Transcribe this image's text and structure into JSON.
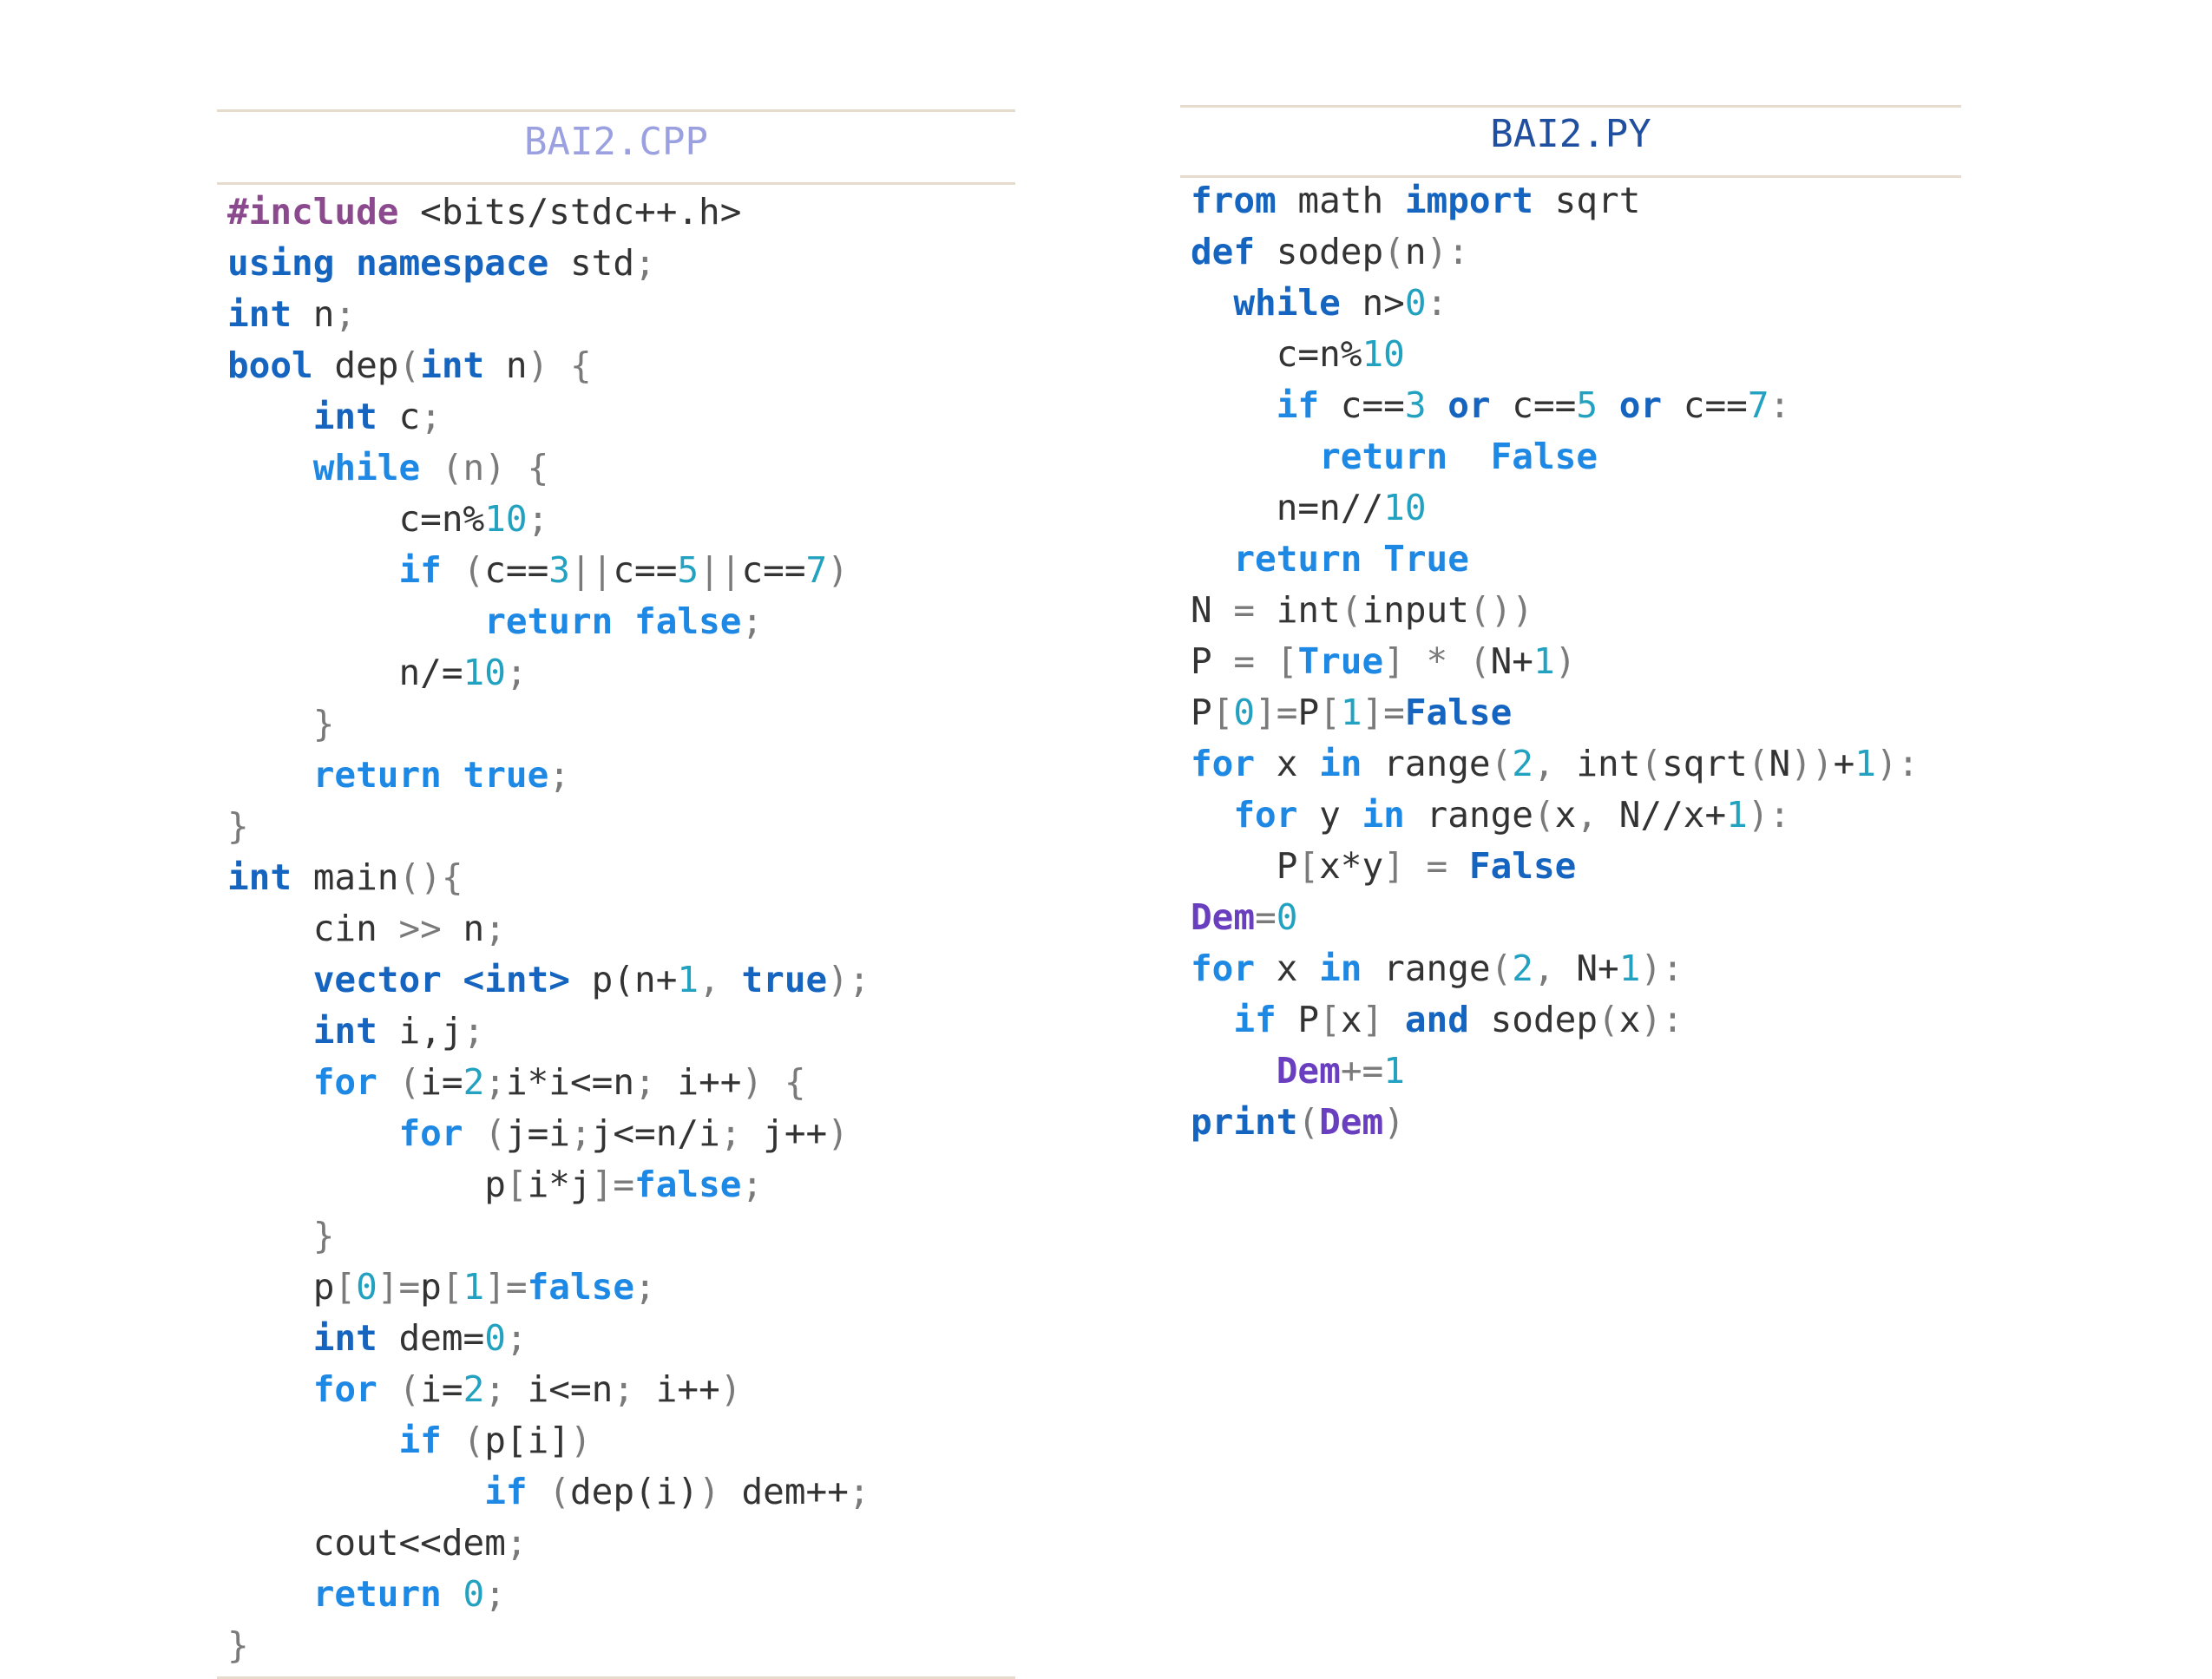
{
  "colors": {
    "keyword": "#1565c0",
    "keyword_light": "#1e88e5",
    "preprocessor": "#8c4a8e",
    "number": "#22a2c0",
    "text": "#333333",
    "punctuation": "#7a7a7a",
    "variable": "#6a3fbf",
    "rule": "#e6dccd",
    "cpp_title": "#9aa0e0",
    "py_title": "#1f4f9e"
  },
  "cpp": {
    "title": "BAI2.CPP",
    "lines": [
      [
        [
          "pp",
          "#include"
        ],
        [
          "txt",
          " <bits/stdc++.h>"
        ]
      ],
      [
        [
          "kw",
          "using"
        ],
        [
          "txt",
          " "
        ],
        [
          "kw",
          "namespace"
        ],
        [
          "txt",
          " std"
        ],
        [
          "pun",
          ";"
        ]
      ],
      [
        [
          "kw",
          "int"
        ],
        [
          "txt",
          " n"
        ],
        [
          "pun",
          ";"
        ]
      ],
      [
        [
          "kw",
          "bool"
        ],
        [
          "txt",
          " dep"
        ],
        [
          "pun",
          "("
        ],
        [
          "kw",
          "int"
        ],
        [
          "txt",
          " n"
        ],
        [
          "pun",
          ") {"
        ]
      ],
      [
        [
          "txt",
          "    "
        ],
        [
          "kw",
          "int"
        ],
        [
          "txt",
          " c"
        ],
        [
          "pun",
          ";"
        ]
      ],
      [
        [
          "txt",
          "    "
        ],
        [
          "kwl",
          "while"
        ],
        [
          "pun",
          " (n) {"
        ]
      ],
      [
        [
          "txt",
          "        c=n%"
        ],
        [
          "num",
          "10"
        ],
        [
          "pun",
          ";"
        ]
      ],
      [
        [
          "txt",
          "        "
        ],
        [
          "kwl",
          "if"
        ],
        [
          "pun",
          " ("
        ],
        [
          "txt",
          "c=="
        ],
        [
          "num",
          "3"
        ],
        [
          "pun",
          "||"
        ],
        [
          "txt",
          "c=="
        ],
        [
          "num",
          "5"
        ],
        [
          "pun",
          "||"
        ],
        [
          "txt",
          "c=="
        ],
        [
          "num",
          "7"
        ],
        [
          "pun",
          ")"
        ]
      ],
      [
        [
          "txt",
          "            "
        ],
        [
          "kwl",
          "return"
        ],
        [
          "txt",
          " "
        ],
        [
          "kwl",
          "false"
        ],
        [
          "pun",
          ";"
        ]
      ],
      [
        [
          "txt",
          "        n/="
        ],
        [
          "num",
          "10"
        ],
        [
          "pun",
          ";"
        ]
      ],
      [
        [
          "pun",
          "    }"
        ]
      ],
      [
        [
          "txt",
          "    "
        ],
        [
          "kwl",
          "return"
        ],
        [
          "txt",
          " "
        ],
        [
          "kwl",
          "true"
        ],
        [
          "pun",
          ";"
        ]
      ],
      [
        [
          "pun",
          "}"
        ]
      ],
      [
        [
          "kw",
          "int"
        ],
        [
          "txt",
          " main"
        ],
        [
          "pun",
          "(){"
        ]
      ],
      [
        [
          "txt",
          "    cin "
        ],
        [
          "pun",
          ">>"
        ],
        [
          "txt",
          " n"
        ],
        [
          "pun",
          ";"
        ]
      ],
      [
        [
          "txt",
          "    "
        ],
        [
          "kw",
          "vector"
        ],
        [
          "txt",
          " "
        ],
        [
          "kw",
          "<int>"
        ],
        [
          "txt",
          " p(n+"
        ],
        [
          "num",
          "1"
        ],
        [
          "pun",
          ", "
        ],
        [
          "kw",
          "true"
        ],
        [
          "pun",
          ");"
        ]
      ],
      [
        [
          "txt",
          "    "
        ],
        [
          "kw",
          "int"
        ],
        [
          "txt",
          " i,j"
        ],
        [
          "pun",
          ";"
        ]
      ],
      [
        [
          "txt",
          "    "
        ],
        [
          "kwl",
          "for"
        ],
        [
          "pun",
          " ("
        ],
        [
          "txt",
          "i="
        ],
        [
          "num",
          "2"
        ],
        [
          "pun",
          ";"
        ],
        [
          "txt",
          "i*i<=n"
        ],
        [
          "pun",
          "; "
        ],
        [
          "txt",
          "i++"
        ],
        [
          "pun",
          ") {"
        ]
      ],
      [
        [
          "txt",
          "        "
        ],
        [
          "kwl",
          "for"
        ],
        [
          "pun",
          " ("
        ],
        [
          "txt",
          "j=i"
        ],
        [
          "pun",
          ";"
        ],
        [
          "txt",
          "j<=n/i"
        ],
        [
          "pun",
          "; "
        ],
        [
          "txt",
          "j++"
        ],
        [
          "pun",
          ")"
        ]
      ],
      [
        [
          "txt",
          "            p"
        ],
        [
          "pun",
          "["
        ],
        [
          "txt",
          "i*j"
        ],
        [
          "pun",
          "]="
        ],
        [
          "kwl",
          "false"
        ],
        [
          "pun",
          ";"
        ]
      ],
      [
        [
          "pun",
          "    }"
        ]
      ],
      [
        [
          "txt",
          "    p"
        ],
        [
          "pun",
          "["
        ],
        [
          "num",
          "0"
        ],
        [
          "pun",
          "]="
        ],
        [
          "txt",
          "p"
        ],
        [
          "pun",
          "["
        ],
        [
          "num",
          "1"
        ],
        [
          "pun",
          "]="
        ],
        [
          "kwl",
          "false"
        ],
        [
          "pun",
          ";"
        ]
      ],
      [
        [
          "txt",
          "    "
        ],
        [
          "kw",
          "int"
        ],
        [
          "txt",
          " dem="
        ],
        [
          "num",
          "0"
        ],
        [
          "pun",
          ";"
        ]
      ],
      [
        [
          "txt",
          "    "
        ],
        [
          "kwl",
          "for"
        ],
        [
          "pun",
          " ("
        ],
        [
          "txt",
          "i="
        ],
        [
          "num",
          "2"
        ],
        [
          "pun",
          "; "
        ],
        [
          "txt",
          "i<=n"
        ],
        [
          "pun",
          "; "
        ],
        [
          "txt",
          "i++"
        ],
        [
          "pun",
          ")"
        ]
      ],
      [
        [
          "txt",
          "        "
        ],
        [
          "kwl",
          "if"
        ],
        [
          "pun",
          " ("
        ],
        [
          "txt",
          "p[i]"
        ],
        [
          "pun",
          ")"
        ]
      ],
      [
        [
          "txt",
          "            "
        ],
        [
          "kwl",
          "if"
        ],
        [
          "pun",
          " ("
        ],
        [
          "txt",
          "dep(i)"
        ],
        [
          "pun",
          ") "
        ],
        [
          "txt",
          "dem++"
        ],
        [
          "pun",
          ";"
        ]
      ],
      [
        [
          "txt",
          "    cout<<dem"
        ],
        [
          "pun",
          ";"
        ]
      ],
      [
        [
          "txt",
          "    "
        ],
        [
          "kwl",
          "return"
        ],
        [
          "txt",
          " "
        ],
        [
          "num",
          "0"
        ],
        [
          "pun",
          ";"
        ]
      ],
      [
        [
          "pun",
          "}"
        ]
      ]
    ]
  },
  "py": {
    "title": "BAI2.PY",
    "lines": [
      [
        [
          "kw",
          "from"
        ],
        [
          "txt",
          " math "
        ],
        [
          "kw",
          "import"
        ],
        [
          "txt",
          " sqrt"
        ]
      ],
      [
        [
          "kw",
          "def"
        ],
        [
          "txt",
          " sodep"
        ],
        [
          "pun",
          "("
        ],
        [
          "txt",
          "n"
        ],
        [
          "pun",
          "):"
        ]
      ],
      [
        [
          "txt",
          "  "
        ],
        [
          "kw",
          "while"
        ],
        [
          "txt",
          " n>"
        ],
        [
          "num",
          "0"
        ],
        [
          "pun",
          ":"
        ]
      ],
      [
        [
          "txt",
          "    c=n%"
        ],
        [
          "num",
          "10"
        ]
      ],
      [
        [
          "txt",
          "    "
        ],
        [
          "kwl",
          "if"
        ],
        [
          "txt",
          " c=="
        ],
        [
          "num",
          "3"
        ],
        [
          "txt",
          " "
        ],
        [
          "kw",
          "or"
        ],
        [
          "txt",
          " c=="
        ],
        [
          "num",
          "5"
        ],
        [
          "txt",
          " "
        ],
        [
          "kw",
          "or"
        ],
        [
          "txt",
          " c=="
        ],
        [
          "num",
          "7"
        ],
        [
          "pun",
          ":"
        ]
      ],
      [
        [
          "txt",
          "      "
        ],
        [
          "kwl",
          "return"
        ],
        [
          "txt",
          "  "
        ],
        [
          "kwl",
          "False"
        ]
      ],
      [
        [
          "txt",
          "    n=n//"
        ],
        [
          "num",
          "10"
        ]
      ],
      [
        [
          "txt",
          "  "
        ],
        [
          "kwl",
          "return"
        ],
        [
          "txt",
          " "
        ],
        [
          "kwl",
          "True"
        ]
      ],
      [
        [
          "txt",
          "N "
        ],
        [
          "pun",
          "="
        ],
        [
          "txt",
          " int"
        ],
        [
          "pun",
          "("
        ],
        [
          "txt",
          "input"
        ],
        [
          "pun",
          "())"
        ]
      ],
      [
        [
          "txt",
          "P "
        ],
        [
          "pun",
          "="
        ],
        [
          "txt",
          " "
        ],
        [
          "pun",
          "["
        ],
        [
          "kwl",
          "True"
        ],
        [
          "pun",
          "] * ("
        ],
        [
          "txt",
          "N+"
        ],
        [
          "num",
          "1"
        ],
        [
          "pun",
          ")"
        ]
      ],
      [
        [
          "txt",
          "P"
        ],
        [
          "pun",
          "["
        ],
        [
          "num",
          "0"
        ],
        [
          "pun",
          "]="
        ],
        [
          "txt",
          "P"
        ],
        [
          "pun",
          "["
        ],
        [
          "num",
          "1"
        ],
        [
          "pun",
          "]="
        ],
        [
          "kw",
          "False"
        ]
      ],
      [
        [
          "kwl",
          "for"
        ],
        [
          "txt",
          " x "
        ],
        [
          "kwl",
          "in"
        ],
        [
          "txt",
          " range"
        ],
        [
          "pun",
          "("
        ],
        [
          "num",
          "2"
        ],
        [
          "pun",
          ", "
        ],
        [
          "txt",
          "int"
        ],
        [
          "pun",
          "("
        ],
        [
          "txt",
          "sqrt"
        ],
        [
          "pun",
          "("
        ],
        [
          "txt",
          "N"
        ],
        [
          "pun",
          "))"
        ],
        [
          "txt",
          "+"
        ],
        [
          "num",
          "1"
        ],
        [
          "pun",
          "):"
        ]
      ],
      [
        [
          "txt",
          "  "
        ],
        [
          "kwl",
          "for"
        ],
        [
          "txt",
          " y "
        ],
        [
          "kwl",
          "in"
        ],
        [
          "txt",
          " range"
        ],
        [
          "pun",
          "("
        ],
        [
          "txt",
          "x"
        ],
        [
          "pun",
          ", "
        ],
        [
          "txt",
          "N//x+"
        ],
        [
          "num",
          "1"
        ],
        [
          "pun",
          "):"
        ]
      ],
      [
        [
          "txt",
          "    P"
        ],
        [
          "pun",
          "["
        ],
        [
          "txt",
          "x*y"
        ],
        [
          "pun",
          "] = "
        ],
        [
          "kw",
          "False"
        ]
      ],
      [
        [
          "var",
          "Dem"
        ],
        [
          "pun",
          "="
        ],
        [
          "num",
          "0"
        ]
      ],
      [
        [
          "kwl",
          "for"
        ],
        [
          "txt",
          " x "
        ],
        [
          "kwl",
          "in"
        ],
        [
          "txt",
          " range"
        ],
        [
          "pun",
          "("
        ],
        [
          "num",
          "2"
        ],
        [
          "pun",
          ", "
        ],
        [
          "txt",
          "N+"
        ],
        [
          "num",
          "1"
        ],
        [
          "pun",
          "):"
        ]
      ],
      [
        [
          "txt",
          "  "
        ],
        [
          "kwl",
          "if"
        ],
        [
          "txt",
          " P"
        ],
        [
          "pun",
          "["
        ],
        [
          "txt",
          "x"
        ],
        [
          "pun",
          "] "
        ],
        [
          "kw",
          "and"
        ],
        [
          "txt",
          " sodep"
        ],
        [
          "pun",
          "("
        ],
        [
          "txt",
          "x"
        ],
        [
          "pun",
          "):"
        ]
      ],
      [
        [
          "txt",
          "    "
        ],
        [
          "var",
          "Dem"
        ],
        [
          "pun",
          "+="
        ],
        [
          "num",
          "1"
        ]
      ],
      [
        [
          "kw",
          "print"
        ],
        [
          "pun",
          "("
        ],
        [
          "var",
          "Dem"
        ],
        [
          "pun",
          ")"
        ]
      ]
    ]
  }
}
